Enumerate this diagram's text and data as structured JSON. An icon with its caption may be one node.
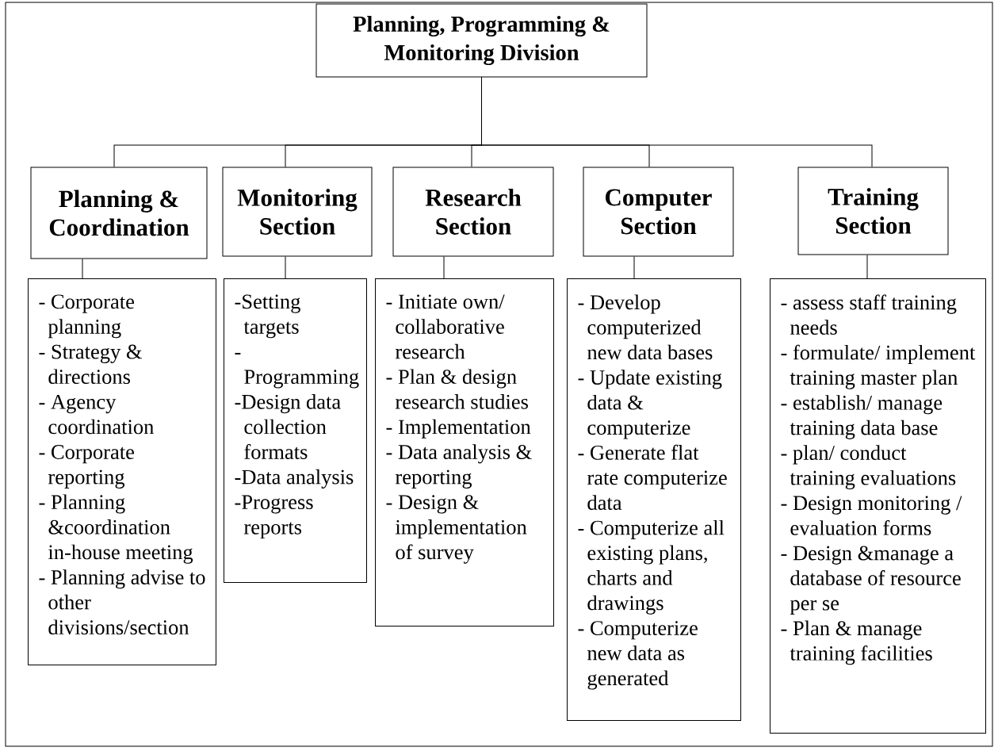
{
  "diagram": {
    "nodes": [
      {
        "text": [
          "Planning, Programming & Monitoring Division"
        ]
      },
      {
        "text": [
          "Planning & Coordination"
        ]
      },
      {
        "text": [
          "Monitoring Section"
        ]
      },
      {
        "text": [
          "Research Section"
        ]
      },
      {
        "text": [
          "Computer Section"
        ]
      },
      {
        "text": [
          "Training Section"
        ]
      },
      {
        "text": [
          "- Corporate planning",
          "- Strategy & directions",
          "- Agency coordination",
          "- Corporate reporting",
          "- Planning &coordination in-house meeting",
          "- Planning advise to other divisions/section"
        ]
      },
      {
        "text": [
          "-Setting targets",
          "-Programming",
          "-Design data collection formats",
          "-Data analysis",
          "-Progress reports"
        ]
      },
      {
        "text": [
          "- Initiate own/ collaborative research",
          "- Plan & design research studies",
          "- Implementation",
          "- Data analysis & reporting",
          "- Design & implementation of survey"
        ]
      },
      {
        "text": [
          "- Develop computerized new data bases",
          "- Update existing data & computerize",
          "- Generate flat rate computerize data",
          "- Computerize all existing plans, charts and drawings",
          "- Computerize new data as generated"
        ]
      },
      {
        "text": [
          "- assess staff training needs",
          "- formulate/ implement training master plan",
          "- establish/ manage training data base",
          "- plan/ conduct training evaluations",
          "- Design monitoring / evaluation forms",
          "- Design &manage a database of resource per se",
          "- Plan & manage training facilities"
        ]
      }
    ],
    "edges": [
      {
        "from": 0,
        "to": 1,
        "arrow": "none"
      },
      {
        "from": 0,
        "to": 2,
        "arrow": "none"
      },
      {
        "from": 0,
        "to": 3,
        "arrow": "none"
      },
      {
        "from": 0,
        "to": 4,
        "arrow": "none"
      },
      {
        "from": 0,
        "to": 5,
        "arrow": "none"
      },
      {
        "from": 1,
        "to": 6,
        "arrow": "none"
      },
      {
        "from": 2,
        "to": 7,
        "arrow": "none"
      },
      {
        "from": 3,
        "to": 8,
        "arrow": "none"
      },
      {
        "from": 4,
        "to": 9,
        "arrow": "none"
      },
      {
        "from": 5,
        "to": 10,
        "arrow": "none"
      }
    ]
  }
}
